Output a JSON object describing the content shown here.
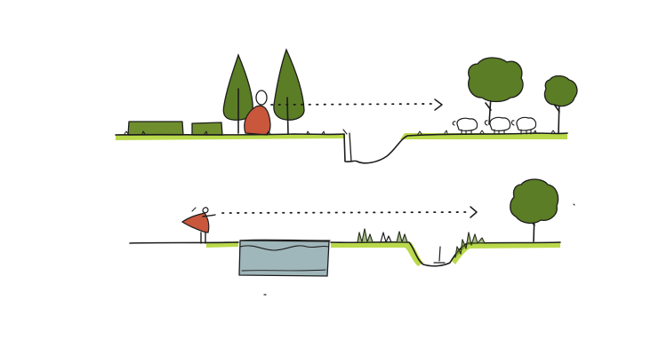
{
  "colors": {
    "ink": "#1c1c1c",
    "grass": "#b9d94b",
    "tree": "#5b7d25",
    "tree_light": "#6f8f2e",
    "person": "#c8573c",
    "water": "#9fb6ba",
    "sheep": "#ffffff"
  },
  "icons": [
    "hedge-icon",
    "conifer-tree-icon",
    "standing-person-icon",
    "deciduous-tree-icon",
    "sheep-icon",
    "ha-ha-ditch-icon",
    "pointing-person-icon",
    "water-pond-icon",
    "tall-grass-icon",
    "sightline-arrow-icon"
  ],
  "sections": [
    {
      "id": "top",
      "features": [
        "hedges",
        "conifers",
        "person",
        "sightline",
        "ha-ha",
        "sheep",
        "trees"
      ]
    },
    {
      "id": "bottom",
      "features": [
        "person-pointing",
        "sightline",
        "pond",
        "tall-grass",
        "ditch",
        "tree"
      ]
    }
  ]
}
